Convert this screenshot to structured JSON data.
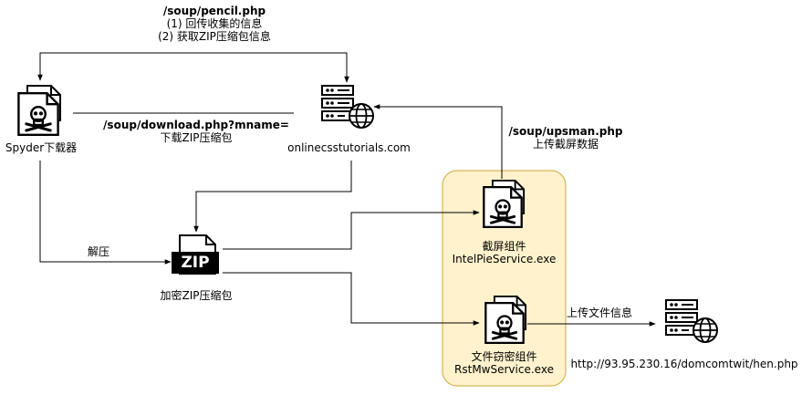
{
  "top_label": {
    "url": "/soup/pencil.php",
    "line1": "(1) 回传收集的信息",
    "line2": "(2) 获取ZIP压缩包信息"
  },
  "download_label": {
    "url": "/soup/download.php?mname=",
    "desc": "下载ZIP压缩包"
  },
  "upload_label": {
    "url": "/soup/upsman.php",
    "desc": "上传截屏数据"
  },
  "nodes": {
    "spyder": "Spyder下载器",
    "server": "onlinecsstutorials.com",
    "zip_icon_text": "ZIP",
    "zip": "加密ZIP压缩包",
    "screenshot_title": "截屏组件",
    "screenshot_exe": "IntelPieService.exe",
    "filesteal_title": "文件窃密组件",
    "filesteal_exe": "RstMwService.exe",
    "c2_url": "http://93.95.230.16/domcomtwit/hen.php"
  },
  "edges": {
    "decompress": "解压",
    "upload_files": "上传文件信息"
  },
  "colors": {
    "group_fill": "#fff2cc",
    "group_stroke": "#d6b656",
    "line": "#000000"
  }
}
